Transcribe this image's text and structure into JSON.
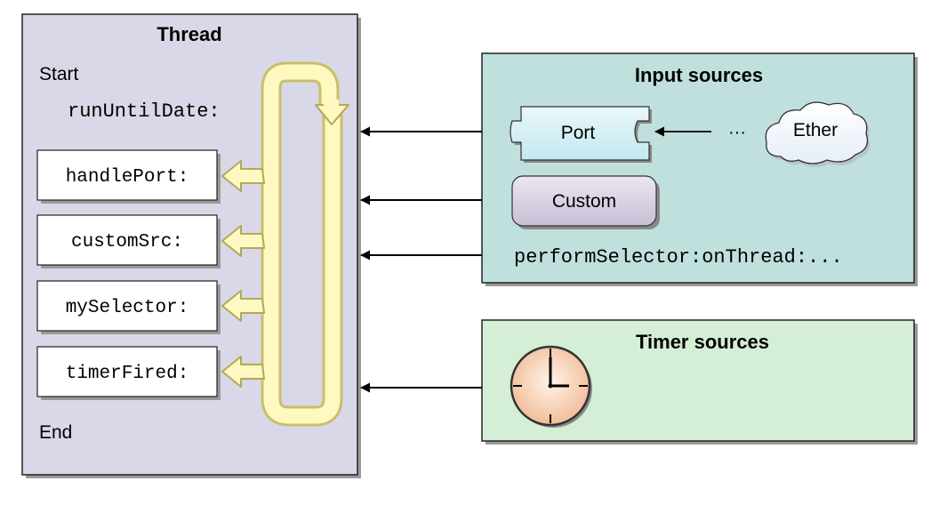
{
  "thread": {
    "title": "Thread",
    "start_label": "Start",
    "run_method": "runUntilDate:",
    "end_label": "End",
    "handlers": [
      "handlePort:",
      "customSrc:",
      "mySelector:",
      "timerFired:"
    ]
  },
  "input_sources": {
    "title": "Input sources",
    "port_label": "Port",
    "ether_label": "Ether",
    "ellipsis": "···",
    "custom_label": "Custom",
    "perform_selector": "performSelector:onThread:..."
  },
  "timer_sources": {
    "title": "Timer sources",
    "icon": "clock-icon"
  },
  "colors": {
    "thread_box": "#d8d8e8",
    "input_box": "#bfe0dc",
    "timer_box": "#d4efd5",
    "loop_fill": "#fff8c0",
    "loop_stroke": "#c9bf6a",
    "port_fill": "#d6f0f6",
    "custom_fill": "#d8d0e0",
    "clock_face": "#f8d2b4"
  }
}
